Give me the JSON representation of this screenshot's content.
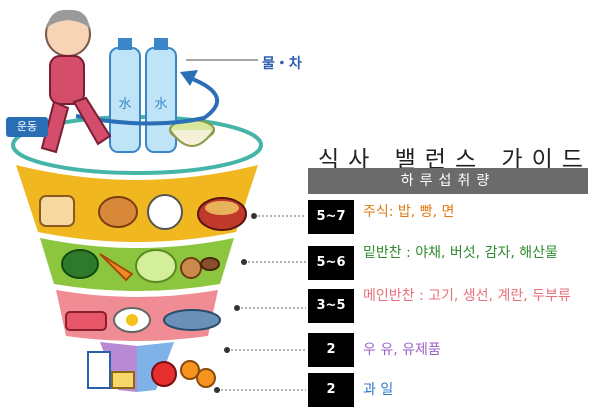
{
  "title": "식사 밸런스 가이드",
  "subtitle": "하루섭취량",
  "labels": {
    "water": "물・차",
    "exercise": "운동",
    "bottle_text": "水"
  },
  "tiers": [
    {
      "servings": "5~7",
      "text": "주식: 밥, 빵, 면",
      "color": "#e07a10"
    },
    {
      "servings": "5~6",
      "text": "밑반찬 : 야채, 버섯, 감자, 해산물",
      "color": "#2f8c2f"
    },
    {
      "servings": "3~5",
      "text": "메인반찬 : 고기, 생선, 계란, 두부류",
      "color": "#e8707c"
    },
    {
      "servings": "2",
      "text": "우 유, 유제품",
      "color": "#9b63c8"
    },
    {
      "servings": "2",
      "text": "과 일",
      "color": "#2e78c8"
    }
  ],
  "colors": {
    "grain": "#f0b720",
    "vegetable": "#8cc63f",
    "protein": "#f08c94",
    "dairy": "#b88ad6",
    "fruit": "#7fb2e6",
    "figure": "#d44d6a"
  }
}
